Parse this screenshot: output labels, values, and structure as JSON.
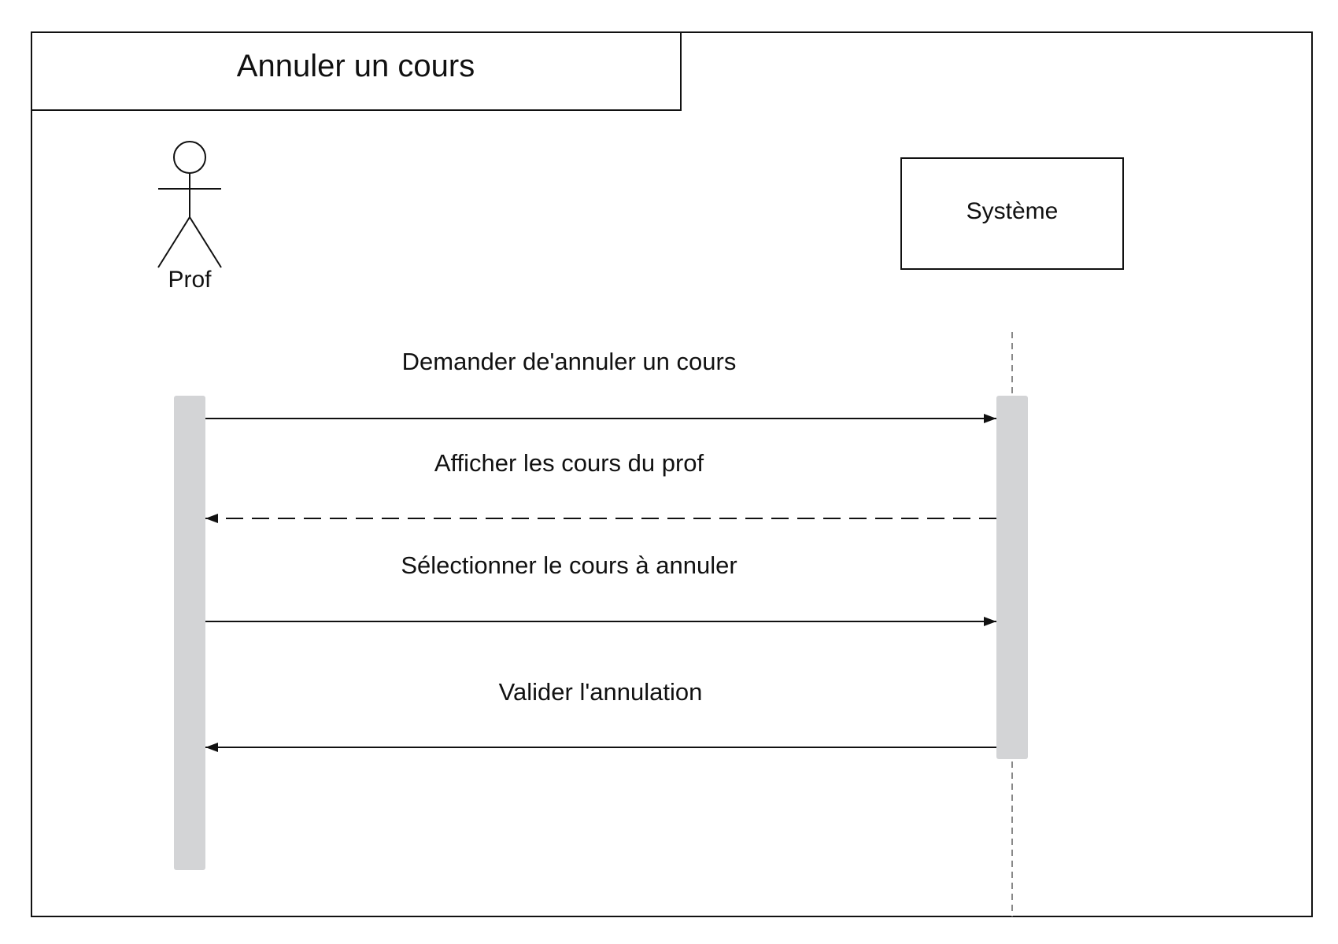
{
  "frame": {
    "title": "Annuler un cours"
  },
  "participants": {
    "actor": {
      "name": "Prof",
      "kind": "actor"
    },
    "system": {
      "name": "Système",
      "kind": "object"
    }
  },
  "messages": [
    {
      "text": "Demander de'annuler un cours",
      "from": "actor",
      "to": "system",
      "style": "solid"
    },
    {
      "text": "Afficher les cours du prof",
      "from": "system",
      "to": "actor",
      "style": "dashed"
    },
    {
      "text": "Sélectionner le cours à annuler",
      "from": "actor",
      "to": "system",
      "style": "solid"
    },
    {
      "text": "Valider l'annulation",
      "from": "system",
      "to": "actor",
      "style": "solid"
    }
  ],
  "colors": {
    "line": "#111111",
    "activation": "#d3d4d6",
    "lifeline": "#888888"
  }
}
